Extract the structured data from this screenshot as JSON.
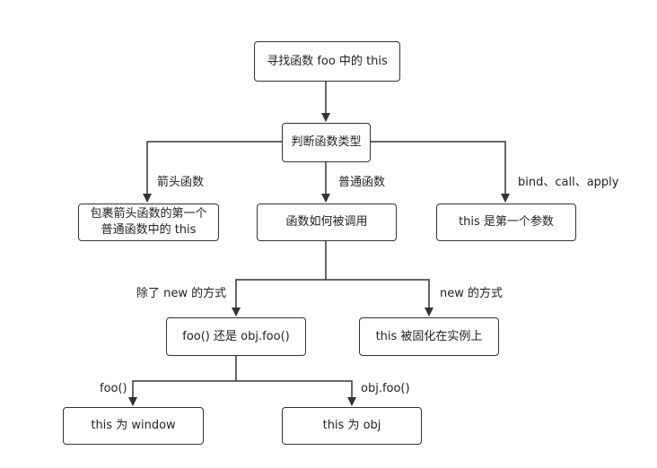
{
  "nodes": {
    "root": "寻找函数 foo 中的 this",
    "judge": "判断函数类型",
    "arrow_result": "包裹箭头函数的第一个\n普通函数中的 this",
    "normal_call": "函数如何被调用",
    "bind_result": "this 是第一个参数",
    "call_style": "foo() 还是 obj.foo()",
    "new_result": "this 被固化在实例上",
    "window_result": "this 为 window",
    "obj_result": "this 为 obj"
  },
  "edges": {
    "arrow": "箭头函数",
    "normal": "普通函数",
    "bind": "bind、call、apply",
    "not_new": "除了 new 的方式",
    "new": "new 的方式",
    "foo_call": "foo()",
    "obj_call": "obj.foo()"
  },
  "colors": {
    "stroke": "#333333",
    "background": "#ffffff"
  }
}
